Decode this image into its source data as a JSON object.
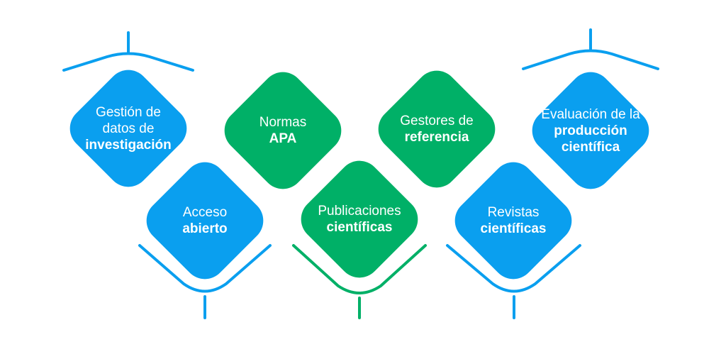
{
  "colors": {
    "blue": "#0a9fef",
    "green": "#00b067"
  },
  "tiles": [
    {
      "line1": "Gestión de",
      "line2": "datos  de",
      "line3": "investigación",
      "color": "#0a9fef"
    },
    {
      "line1": "Acceso",
      "line2": "abierto",
      "color": "#0a9fef"
    },
    {
      "line1": "Normas",
      "line2": "APA",
      "color": "#00b067"
    },
    {
      "line1": "Publicaciones",
      "line2": "científicas",
      "color": "#00b067"
    },
    {
      "line1": "Gestores de",
      "line2": "referencia",
      "color": "#00b067"
    },
    {
      "line1": "Revistas",
      "line2": "científicas",
      "color": "#0a9fef"
    },
    {
      "line1": "Evaluación de la",
      "line2": "producción",
      "line3": "científica",
      "color": "#0a9fef"
    }
  ]
}
